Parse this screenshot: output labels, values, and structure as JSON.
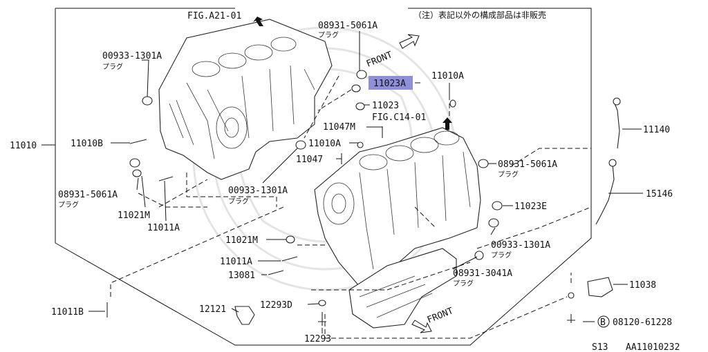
{
  "note": "（注）表記以外の構成部品は非販売",
  "fig_refs": {
    "upper": "FIG.A21-01",
    "lower": "FIG.C14-01"
  },
  "front_labels": {
    "upper": "FRONT",
    "lower": "FRONT"
  },
  "labels": {
    "p11010": "11010",
    "p11010B": "11010B",
    "p00933_upper": "00933-1301A",
    "p00933_mid": "00933-1301A",
    "p00933_right": "00933-1301A",
    "p08931_5061_top": "08931-5061A",
    "p08931_5061_left": "08931-5061A",
    "p08931_5061_right": "08931-5061A",
    "p08931_3041": "08931-3041A",
    "p11023A": "11023A",
    "p11023": "11023",
    "p11023E": "11023E",
    "p11010A_top": "11010A",
    "p11010A_mid": "11010A",
    "p11047M": "11047M",
    "p11047": "11047",
    "p11021M_left": "11021M",
    "p11021M_right": "11021M",
    "p11011A_left": "11011A",
    "p11011A_right": "11011A",
    "p13081": "13081",
    "p11011B": "11011B",
    "p12121": "12121",
    "p12293D": "12293D",
    "p12293": "12293",
    "p11140": "11140",
    "p15146": "15146",
    "p11038": "11038",
    "p08120": "08120-61228",
    "bolt_mark": "B"
  },
  "sublabel": "プラグ",
  "footer": {
    "code1": "S13",
    "code2": "AA11010232"
  },
  "colors": {
    "highlight": "#8f8fd8",
    "ink": "#111111"
  }
}
